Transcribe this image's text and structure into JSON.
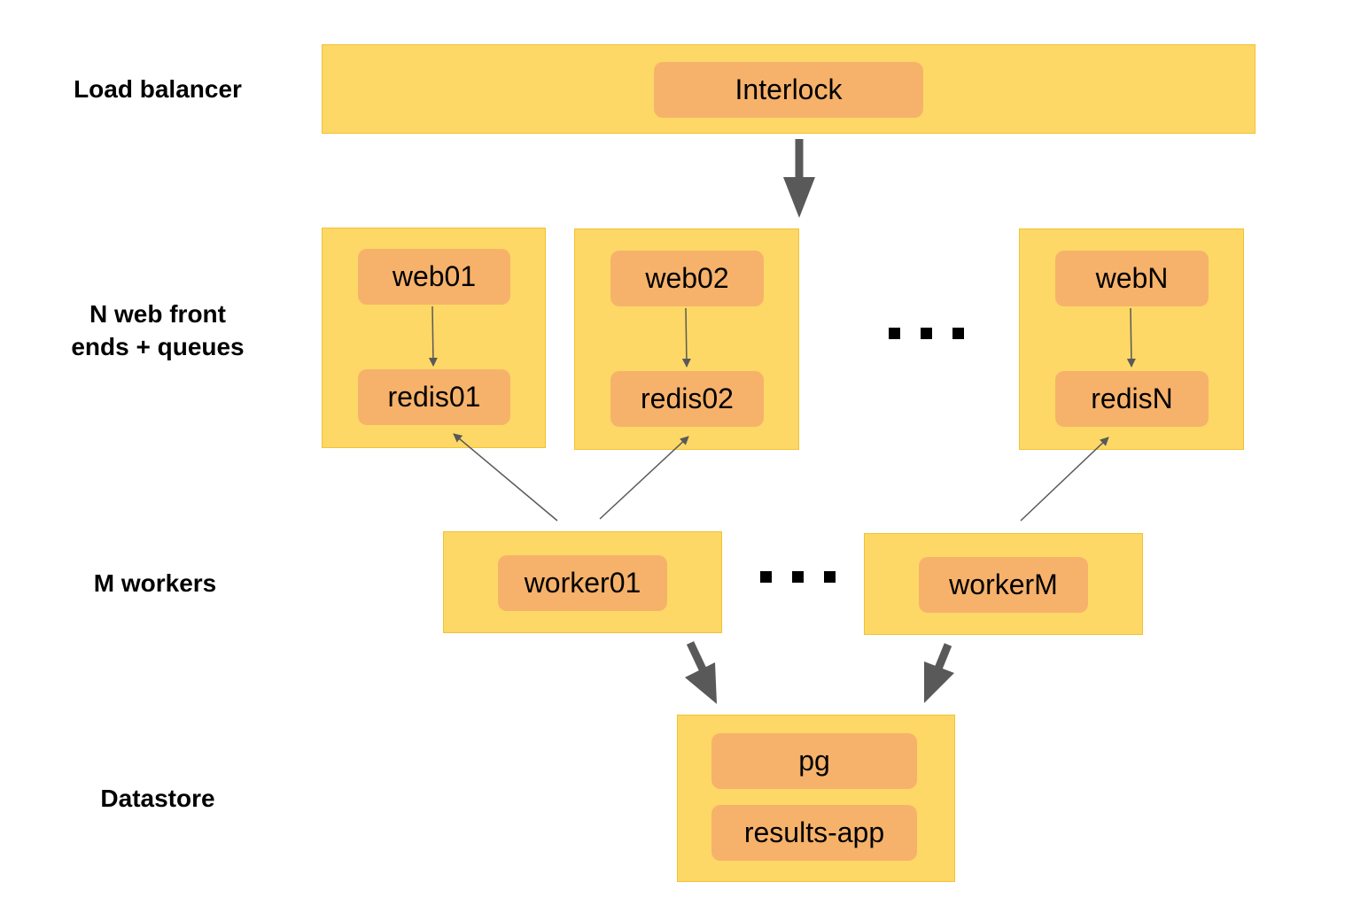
{
  "rows": {
    "load_balancer": "Load balancer",
    "web_front": "N web front\nends + queues",
    "workers": "M workers",
    "datastore": "Datastore"
  },
  "nodes": {
    "interlock": "Interlock",
    "web01": "web01",
    "redis01": "redis01",
    "web02": "web02",
    "redis02": "redis02",
    "webN": "webN",
    "redisN": "redisN",
    "worker01": "worker01",
    "workerM": "workerM",
    "pg": "pg",
    "results_app": "results-app"
  },
  "colors": {
    "group_fill": "#fdd866",
    "group_border": "#f1c232",
    "node_fill": "#f6b26b",
    "arrow": "#595959"
  }
}
